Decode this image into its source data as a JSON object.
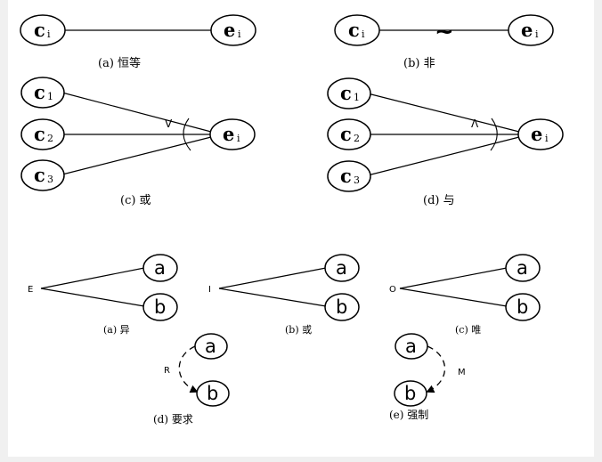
{
  "top": {
    "a": {
      "left": "c",
      "left_sub": "i",
      "right": "e",
      "right_sub": "i",
      "caption": "(a) 恒等"
    },
    "b": {
      "left": "c",
      "left_sub": "i",
      "right": "e",
      "right_sub": "i",
      "symbol": "~",
      "caption": "(b) 非"
    },
    "c": {
      "inputs": [
        {
          "label": "c",
          "sub": "1"
        },
        {
          "label": "c",
          "sub": "2"
        },
        {
          "label": "c",
          "sub": "3"
        }
      ],
      "output": {
        "label": "e",
        "sub": "i"
      },
      "symbol": "V",
      "caption": "(c) 或"
    },
    "d": {
      "inputs": [
        {
          "label": "c",
          "sub": "1"
        },
        {
          "label": "c",
          "sub": "2"
        },
        {
          "label": "c",
          "sub": "3"
        }
      ],
      "output": {
        "label": "e",
        "sub": "i"
      },
      "symbol": "Λ",
      "caption": "(d) 与"
    }
  },
  "bottom": {
    "a": {
      "letter": "E",
      "upper": "a",
      "lower": "b",
      "caption": "(a) 异"
    },
    "b": {
      "letter": "I",
      "upper": "a",
      "lower": "b",
      "caption": "(b) 或"
    },
    "c": {
      "letter": "O",
      "upper": "a",
      "lower": "b",
      "caption": "(c) 唯"
    },
    "d": {
      "letter": "R",
      "upper": "a",
      "lower": "b",
      "caption": "(d) 要求"
    },
    "e": {
      "letter": "M",
      "upper": "a",
      "lower": "b",
      "caption": "(e) 强制"
    }
  }
}
